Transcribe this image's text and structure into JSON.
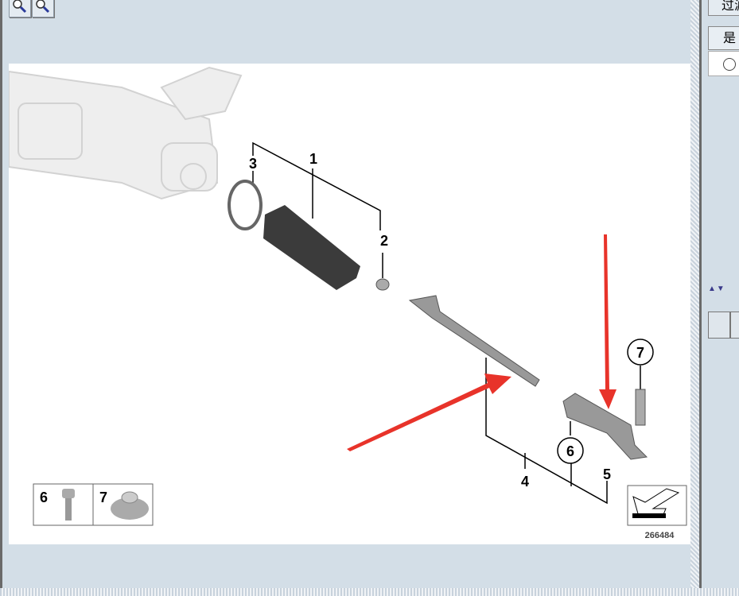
{
  "toolbar": {
    "zoom_in_icon": "magnifier-zoom-in",
    "zoom_out_icon": "magnifier-zoom-out"
  },
  "right_panel": {
    "button_label": "过滤",
    "column_header": "是",
    "row_radio": "radio"
  },
  "diagram": {
    "callouts": [
      "1",
      "2",
      "3",
      "4",
      "5",
      "6",
      "7"
    ],
    "legend": [
      {
        "number": "6",
        "part": "bolt"
      },
      {
        "number": "7",
        "part": "flange-nut"
      }
    ],
    "drawing_number": "266484",
    "annotation_color": "#e8332a"
  }
}
